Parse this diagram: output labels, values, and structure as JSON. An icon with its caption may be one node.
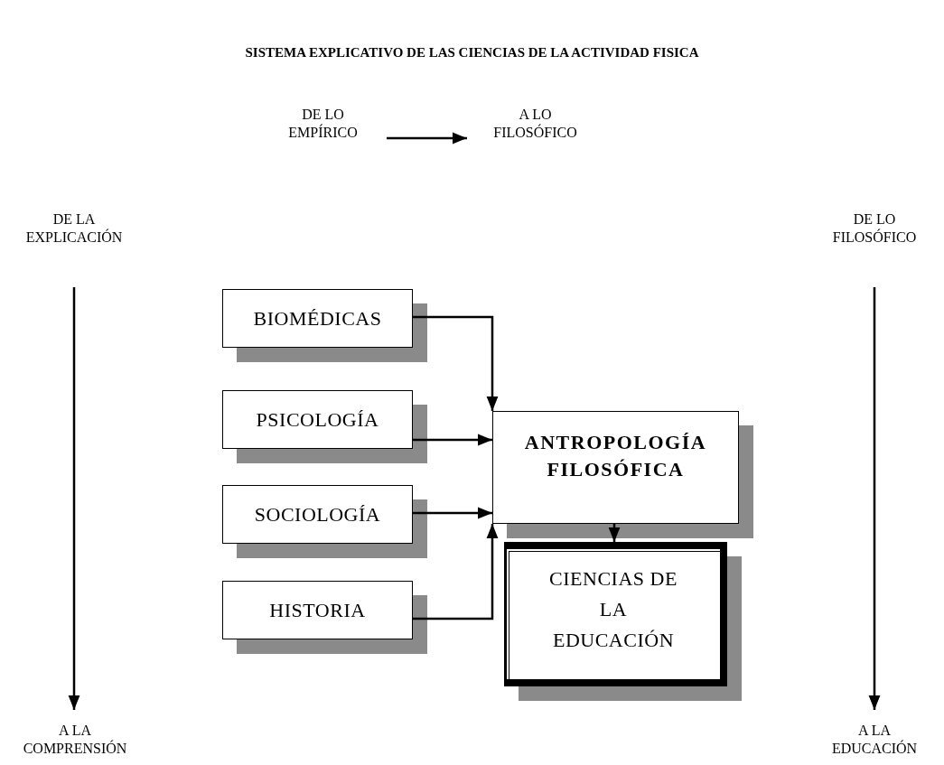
{
  "diagram": {
    "title": "SISTEMA EXPLICATIVO DE LAS CIENCIAS DE LA ACTIVIDAD FISICA",
    "nodes": [
      {
        "text": [
          "DE LO EMPÍRICO"
        ]
      },
      {
        "text": [
          "A LO FILOSÓFICO"
        ]
      },
      {
        "text": [
          "DE LA EXPLICACIÓN"
        ]
      },
      {
        "text": [
          "A LA COMPRENSIÓN"
        ]
      },
      {
        "text": [
          "DE LO FILOSÓFICO"
        ]
      },
      {
        "text": [
          "A LA EDUCACIÓN"
        ]
      },
      {
        "text": [
          "BIOMÉDICAS"
        ]
      },
      {
        "text": [
          "PSICOLOGÍA"
        ]
      },
      {
        "text": [
          "SOCIOLOGÍA"
        ]
      },
      {
        "text": [
          "HISTORIA"
        ]
      },
      {
        "text": [
          "ANTROPOLOGÍA FILOSÓFICA"
        ]
      },
      {
        "text": [
          "CIENCIAS DE LA EDUCACIÓN"
        ]
      }
    ],
    "edges": [
      {
        "from": 0,
        "to": 1,
        "arrow": "to"
      },
      {
        "from": 2,
        "to": 3,
        "arrow": "to"
      },
      {
        "from": 4,
        "to": 5,
        "arrow": "to"
      },
      {
        "from": 6,
        "to": 10,
        "arrow": "to"
      },
      {
        "from": 7,
        "to": 10,
        "arrow": "to"
      },
      {
        "from": 8,
        "to": 10,
        "arrow": "to"
      },
      {
        "from": 9,
        "to": 10,
        "arrow": "to"
      },
      {
        "from": 10,
        "to": 11,
        "arrow": "to"
      }
    ]
  }
}
